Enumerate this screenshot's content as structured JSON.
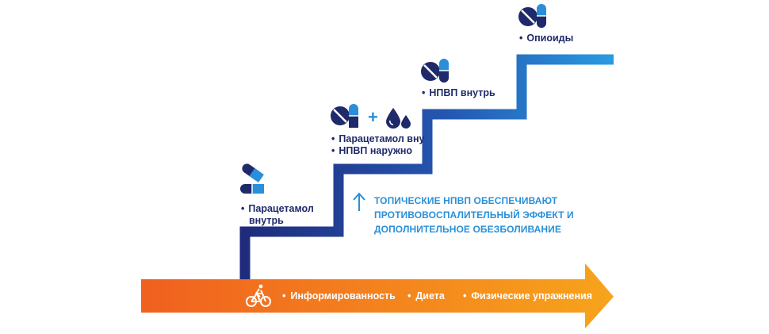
{
  "steps": [
    {
      "items": [
        "Парацетамол",
        "внутрь"
      ],
      "icon": "capsule-pair-icon"
    },
    {
      "items": [
        "Парацетамол внутрь",
        "НПВП наружно"
      ],
      "icon": "pill-plus-drops-icon"
    },
    {
      "items": [
        "НПВП внутрь"
      ],
      "icon": "pill-capsule-icon"
    },
    {
      "items": [
        "Опиоиды"
      ],
      "icon": "pill-capsule-icon"
    }
  ],
  "plus_sign": "+",
  "bullet": "•",
  "note": {
    "lines": [
      "ТОПИЧЕСКИЕ НПВП ОБЕСПЕЧИВАЮТ",
      "ПРОТИВОВОСПАЛИТЕЛЬНЫЙ ЭФФЕКТ И",
      "ДОПОЛНИТЕЛЬНОЕ ОБЕЗБОЛИВАНИЕ"
    ]
  },
  "arrow": {
    "icon": "bicycle-icon",
    "items": [
      "Информированность",
      "Диета",
      "Физические упражнения"
    ]
  },
  "colors": {
    "stair_dark": "#1f2a7a",
    "stair_light": "#2a9be0",
    "icon_dark": "#1f2a6b",
    "icon_light": "#2a8fd8",
    "arrow_start": "#f0601f",
    "arrow_end": "#f7a41c",
    "note": "#2a8fd8"
  }
}
